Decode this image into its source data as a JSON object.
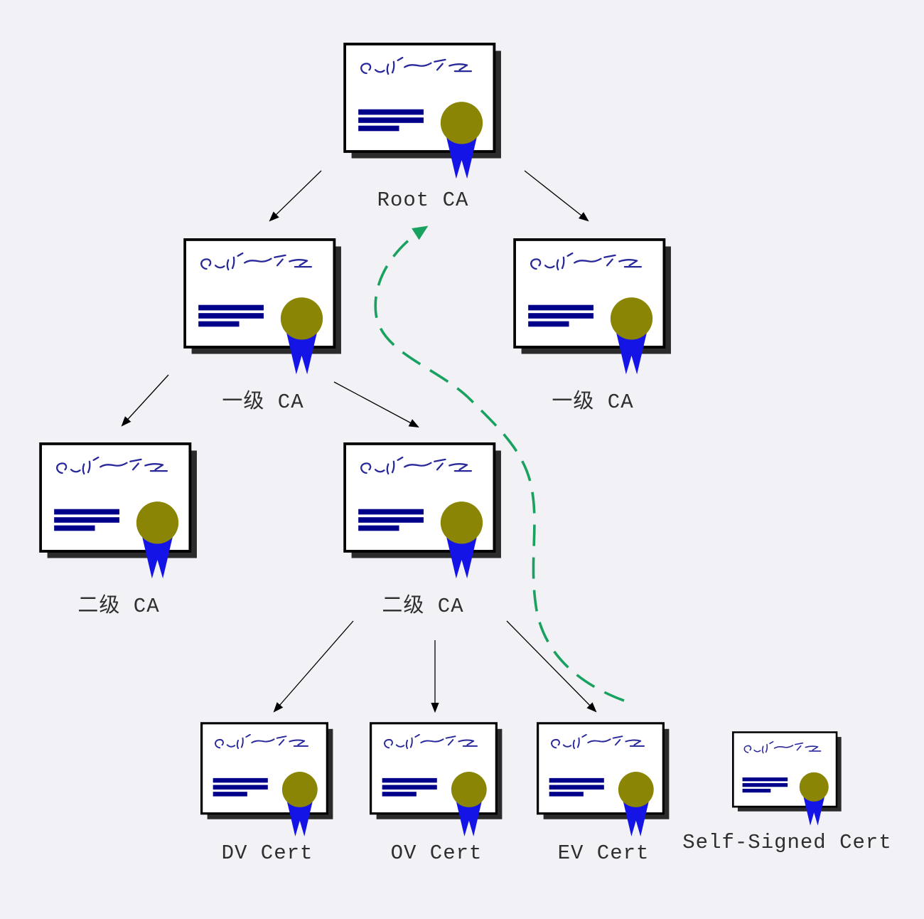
{
  "diagram": {
    "nodes": [
      {
        "id": "root-ca",
        "label": "Root CA"
      },
      {
        "id": "ca1-left",
        "label": "一级 CA"
      },
      {
        "id": "ca1-right",
        "label": "一级 CA"
      },
      {
        "id": "ca2-left",
        "label": "二级 CA"
      },
      {
        "id": "ca2-center",
        "label": "二级 CA"
      },
      {
        "id": "dv-cert",
        "label": "DV Cert"
      },
      {
        "id": "ov-cert",
        "label": "OV Cert"
      },
      {
        "id": "ev-cert",
        "label": "EV Cert"
      },
      {
        "id": "self-signed-cert",
        "label": "Self-Signed Cert"
      }
    ],
    "edges": [
      {
        "from": "Root CA",
        "to": "一级 CA (left)",
        "style": "solid-black-arrow"
      },
      {
        "from": "Root CA",
        "to": "一级 CA (right)",
        "style": "solid-black-arrow"
      },
      {
        "from": "一级 CA (left)",
        "to": "二级 CA (left)",
        "style": "solid-black-arrow"
      },
      {
        "from": "一级 CA (left)",
        "to": "二级 CA (center)",
        "style": "solid-black-arrow"
      },
      {
        "from": "二级 CA (center)",
        "to": "DV Cert",
        "style": "solid-black-arrow"
      },
      {
        "from": "二级 CA (center)",
        "to": "OV Cert",
        "style": "solid-black-arrow"
      },
      {
        "from": "二级 CA (center)",
        "to": "EV Cert",
        "style": "solid-black-arrow"
      },
      {
        "from": "EV Cert",
        "to": "Root CA",
        "style": "dashed-green-curved-arrow"
      }
    ],
    "colors": {
      "background": "#f2f1f6",
      "certificate_face": "#ffffff",
      "certificate_border": "#000000",
      "certificate_shadow": "#2b2b2b",
      "signature_ink": "#28289b",
      "text_bars": "#00008b",
      "seal": "#8a8504",
      "ribbon": "#1414e6",
      "tree_arrow": "#000000",
      "chain_arrow": "#19a15f"
    }
  }
}
